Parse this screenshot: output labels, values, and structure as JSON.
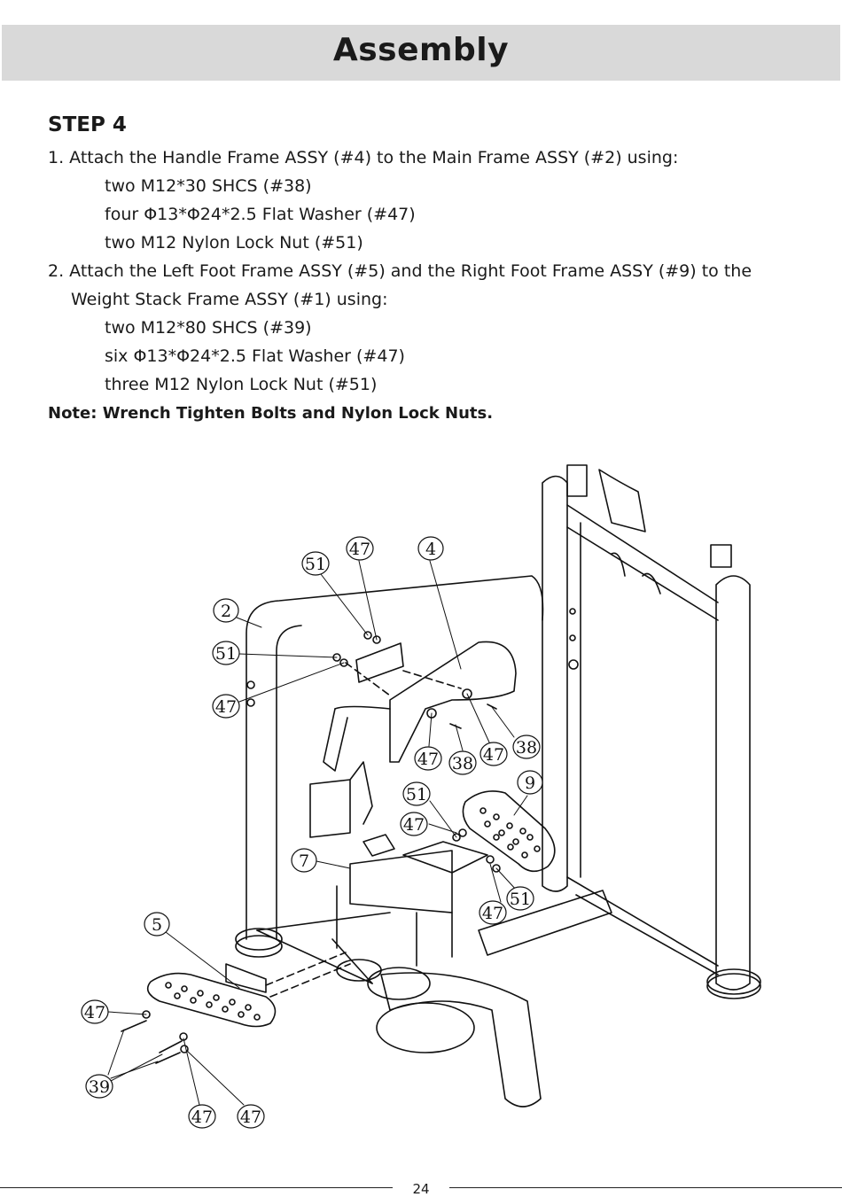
{
  "header": {
    "title": "Assembly"
  },
  "step": {
    "heading": "STEP 4",
    "instruction_1": "1. Attach the Handle Frame ASSY (#4) to the Main Frame ASSY (#2) using:",
    "parts_1": [
      "two M12*30 SHCS (#38)",
      "four Φ13*Φ24*2.5 Flat Washer (#47)",
      "two M12 Nylon Lock Nut (#51)"
    ],
    "instruction_2a": "2. Attach the Left Foot Frame ASSY (#5) and the Right Foot Frame ASSY (#9) to the",
    "instruction_2b": "Weight Stack Frame ASSY (#1) using:",
    "parts_2": [
      "two M12*80 SHCS (#39)",
      "six Φ13*Φ24*2.5 Flat Washer (#47)",
      "three M12 Nylon Lock Nut (#51)"
    ],
    "note": "Note: Wrench Tighten Bolts and Nylon Lock Nuts."
  },
  "callouts": [
    "47",
    "4",
    "51",
    "2",
    "51",
    "47",
    "47",
    "38",
    "47",
    "38",
    "9",
    "51",
    "47",
    "7",
    "47",
    "51",
    "5",
    "47",
    "39",
    "47",
    "47"
  ],
  "footer": {
    "page_number": "24"
  }
}
